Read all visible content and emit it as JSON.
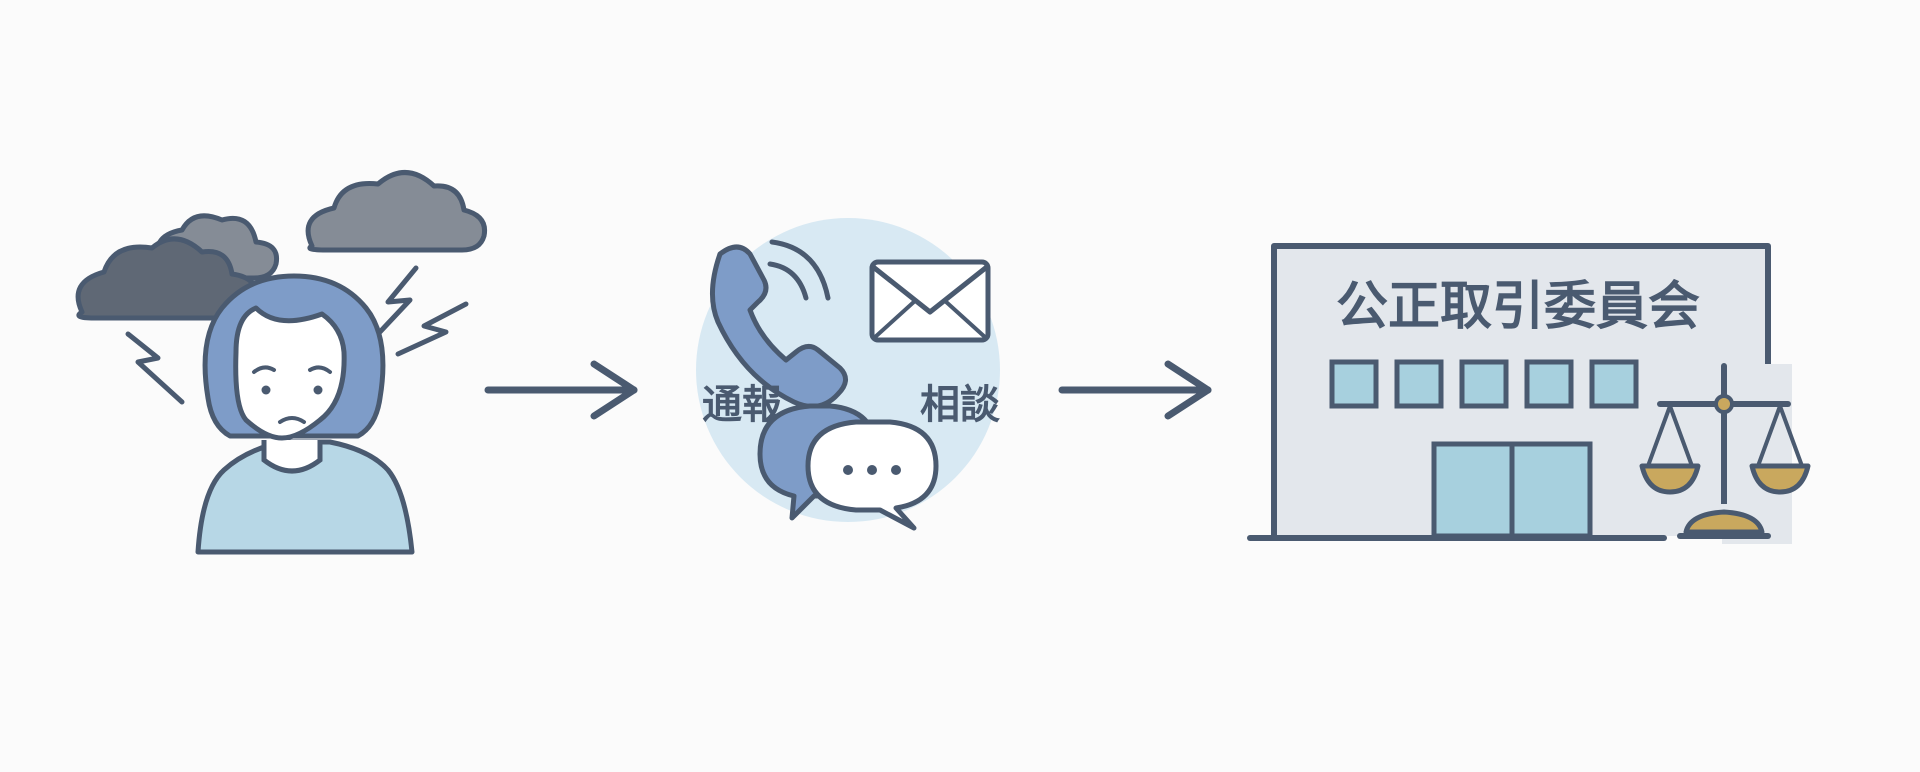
{
  "labels": {
    "report": "通報",
    "consult": "相談",
    "agency": "公正取引委員会"
  },
  "icons": {
    "person": "worried-person-icon",
    "storm": "storm-cloud-icon",
    "lightning": "lightning-icon",
    "phone": "phone-icon",
    "mail": "envelope-icon",
    "chat": "chat-bubbles-icon",
    "building": "office-building-icon",
    "scales": "scales-of-justice-icon",
    "arrow": "arrow-right-icon"
  },
  "colors": {
    "background": "#fbfbfb",
    "stroke": "#4a5a70",
    "person_fill": "#7e9cc8",
    "shirt_fill": "#b7d7e6",
    "cloud_dark": "#5f6875",
    "cloud_mid": "#858c96",
    "circle_bg": "#d8e9f3",
    "bubble_blue": "#7e9cc8",
    "building_fill": "#e3e7ec",
    "window_fill": "#a7d0de",
    "scale_gold": "#c9a85e"
  }
}
